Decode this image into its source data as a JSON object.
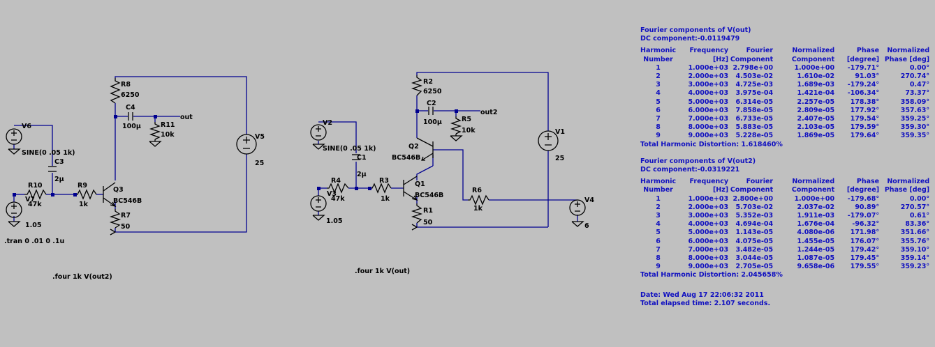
{
  "colors": {
    "background": "#c0c0c0",
    "wire": "#000090",
    "text_report": "#1010c0",
    "component": "#000000"
  },
  "schematic": {
    "left": {
      "labels": {
        "R8": "R8",
        "R8v": "6250",
        "C4": "C4",
        "C4v": "100µ",
        "R11": "R11",
        "R11v": "10k",
        "out": "out",
        "V6": "V6",
        "V6v": "SINE(0 .05 1k)",
        "C3": "C3",
        "C3v": "2µ",
        "R10": "R10",
        "R10v": "47k",
        "R9": "R9",
        "R9v": "1k",
        "Q3": "Q3",
        "Q3v": "BC546B",
        "V7": "V7",
        "V7v": "1.05",
        "R7": "R7",
        "R7v": "50",
        "V5": "V5",
        "V5v": "25"
      },
      "directive_tran": ".tran 0 .01 0 .1u",
      "directive_four": ".four 1k V(out2)"
    },
    "right": {
      "labels": {
        "R2": "R2",
        "R2v": "6250",
        "C2": "C2",
        "C2v": "100µ",
        "R5": "R5",
        "R5v": "10k",
        "out2": "out2",
        "V2": "V2",
        "V2v": "SINE(0 .05 1k)",
        "C1": "C1",
        "C1v": "2µ",
        "Q2": "Q2",
        "Q2v": "BC546B",
        "R4": "R4",
        "R4v": "47k",
        "V3": "V3",
        "V3v": "1.05",
        "R3": "R3",
        "R3v": "1k",
        "Q1": "Q1",
        "Q1v": "BC546B",
        "R1": "R1",
        "R1v": "50",
        "R6": "R6",
        "R6v": "1k",
        "V1": "V1",
        "V1v": "25",
        "V4": "V4",
        "V4v": "6"
      },
      "directive_four": ".four 1k V(out)"
    }
  },
  "report": {
    "blocks": [
      {
        "title": "Fourier components of V(out)",
        "dc": "DC component:-0.0119479",
        "header1": [
          "Harmonic",
          "Frequency",
          "Fourier",
          "Normalized",
          "Phase",
          "Normalized"
        ],
        "header2": [
          "Number",
          "[Hz]",
          "Component",
          "Component",
          "[degree]",
          "Phase [deg]"
        ],
        "rows": [
          [
            "1",
            "1.000e+03",
            "2.798e+00",
            "1.000e+00",
            "-179.71°",
            "0.00°"
          ],
          [
            "2",
            "2.000e+03",
            "4.503e-02",
            "1.610e-02",
            "91.03°",
            "270.74°"
          ],
          [
            "3",
            "3.000e+03",
            "4.725e-03",
            "1.689e-03",
            "-179.24°",
            "0.47°"
          ],
          [
            "4",
            "4.000e+03",
            "3.975e-04",
            "1.421e-04",
            "-106.34°",
            "73.37°"
          ],
          [
            "5",
            "5.000e+03",
            "6.314e-05",
            "2.257e-05",
            "178.38°",
            "358.09°"
          ],
          [
            "6",
            "6.000e+03",
            "7.858e-05",
            "2.809e-05",
            "177.92°",
            "357.63°"
          ],
          [
            "7",
            "7.000e+03",
            "6.733e-05",
            "2.407e-05",
            "179.54°",
            "359.25°"
          ],
          [
            "8",
            "8.000e+03",
            "5.883e-05",
            "2.103e-05",
            "179.59°",
            "359.30°"
          ],
          [
            "9",
            "9.000e+03",
            "5.228e-05",
            "1.869e-05",
            "179.64°",
            "359.35°"
          ]
        ],
        "thd": "Total Harmonic Distortion: 1.618460%"
      },
      {
        "title": "Fourier components of V(out2)",
        "dc": "DC component:-0.0319221",
        "header1": [
          "Harmonic",
          "Frequency",
          "Fourier",
          "Normalized",
          "Phase",
          "Normalized"
        ],
        "header2": [
          "Number",
          "[Hz]",
          "Component",
          "Component",
          "[degree]",
          "Phase [deg]"
        ],
        "rows": [
          [
            "1",
            "1.000e+03",
            "2.800e+00",
            "1.000e+00",
            "-179.68°",
            "0.00°"
          ],
          [
            "2",
            "2.000e+03",
            "5.703e-02",
            "2.037e-02",
            "90.89°",
            "270.57°"
          ],
          [
            "3",
            "3.000e+03",
            "5.352e-03",
            "1.911e-03",
            "-179.07°",
            "0.61°"
          ],
          [
            "4",
            "4.000e+03",
            "4.694e-04",
            "1.676e-04",
            "-96.32°",
            "83.36°"
          ],
          [
            "5",
            "5.000e+03",
            "1.143e-05",
            "4.080e-06",
            "171.98°",
            "351.66°"
          ],
          [
            "6",
            "6.000e+03",
            "4.075e-05",
            "1.455e-05",
            "176.07°",
            "355.76°"
          ],
          [
            "7",
            "7.000e+03",
            "3.482e-05",
            "1.244e-05",
            "179.42°",
            "359.10°"
          ],
          [
            "8",
            "8.000e+03",
            "3.044e-05",
            "1.087e-05",
            "179.45°",
            "359.14°"
          ],
          [
            "9",
            "9.000e+03",
            "2.705e-05",
            "9.658e-06",
            "179.55°",
            "359.23°"
          ]
        ],
        "thd": "Total Harmonic Distortion: 2.045658%"
      }
    ],
    "date": "Date: Wed Aug 17 22:06:32 2011",
    "elapsed": "Total elapsed time: 2.107 seconds."
  }
}
